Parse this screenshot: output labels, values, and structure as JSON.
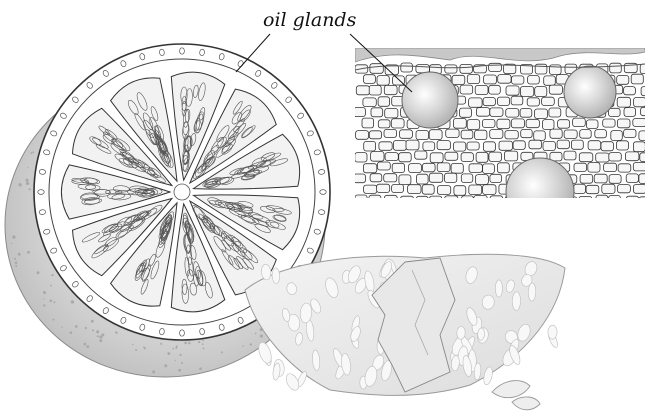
{
  "diagram": {
    "label": "oil glands",
    "colors": {
      "peel": "#d4d4d4",
      "peel_dots": "#a9a9a9",
      "pith": "#ffffff",
      "segment_fill": "#f2f2f2",
      "outline": "#333333",
      "cell_fill": "#f7f7f7",
      "gland": "#cfcfcf",
      "epidermis": "#bdbdbd"
    },
    "parts": [
      "cross-section",
      "peel",
      "segments",
      "cell-detail-inset",
      "oil-glands",
      "wedge",
      "seeds"
    ]
  }
}
